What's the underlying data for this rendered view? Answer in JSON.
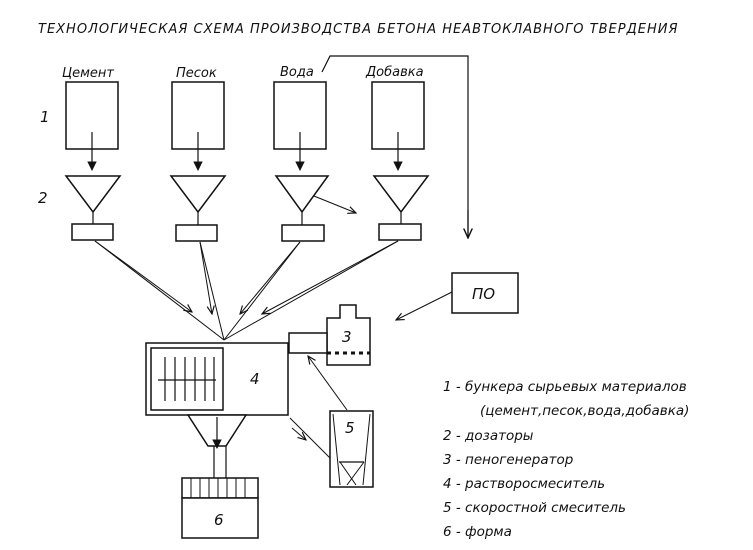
{
  "title": "ТЕХНОЛОГИЧЕСКАЯ СХЕМА ПРОИЗВОДСТВА БЕТОНА НЕАВТОКЛАВНОГО ТВЕРДЕНИЯ",
  "materials": [
    "Цемент",
    "Песок",
    "Вода",
    "Добавка"
  ],
  "row_labels": [
    "1",
    "2"
  ],
  "units": {
    "po": "ПО",
    "foam_generator": "3",
    "mixer": "4",
    "fast_mixer": "5",
    "form": "6"
  },
  "legend": [
    "1 - бункера сырьевых материалов",
    "(цемент,песок,вода,добавка)",
    "2 - дозаторы",
    "3 - пеногенератор",
    "4 - растворосмеситель",
    "5 - скоростной смеситель",
    "6 - форма"
  ]
}
